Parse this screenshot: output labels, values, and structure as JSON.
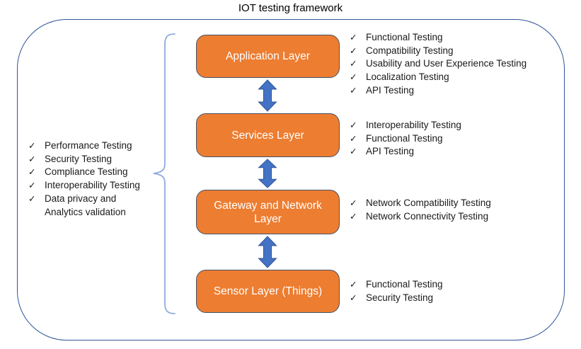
{
  "title": "IOT testing framework",
  "icons": {
    "check": "✓"
  },
  "colors": {
    "accent-orange": "#ED7D31",
    "box-outline": "#44546A",
    "arrow-blue": "#4472C4",
    "outline-navy": "#2F5597",
    "brace-blue": "#8FAADC",
    "box-text": "#FFFFFF"
  },
  "left_panel": {
    "items": [
      "Performance Testing",
      "Security Testing",
      "Compliance Testing",
      "Interoperability Testing",
      "Data privacy and Analytics validation"
    ]
  },
  "layers": [
    {
      "label": "Application Layer",
      "tests": [
        "Functional Testing",
        "Compatibility Testing",
        "Usability and User Experience Testing",
        "Localization Testing",
        "API Testing"
      ]
    },
    {
      "label": "Services Layer",
      "tests": [
        "Interoperability Testing",
        "Functional Testing",
        "API Testing"
      ]
    },
    {
      "label": "Gateway and Network Layer",
      "tests": [
        "Network Compatibility Testing",
        "Network Connectivity Testing"
      ]
    },
    {
      "label": "Sensor Layer (Things)",
      "tests": [
        "Functional Testing",
        "Security Testing"
      ]
    }
  ]
}
